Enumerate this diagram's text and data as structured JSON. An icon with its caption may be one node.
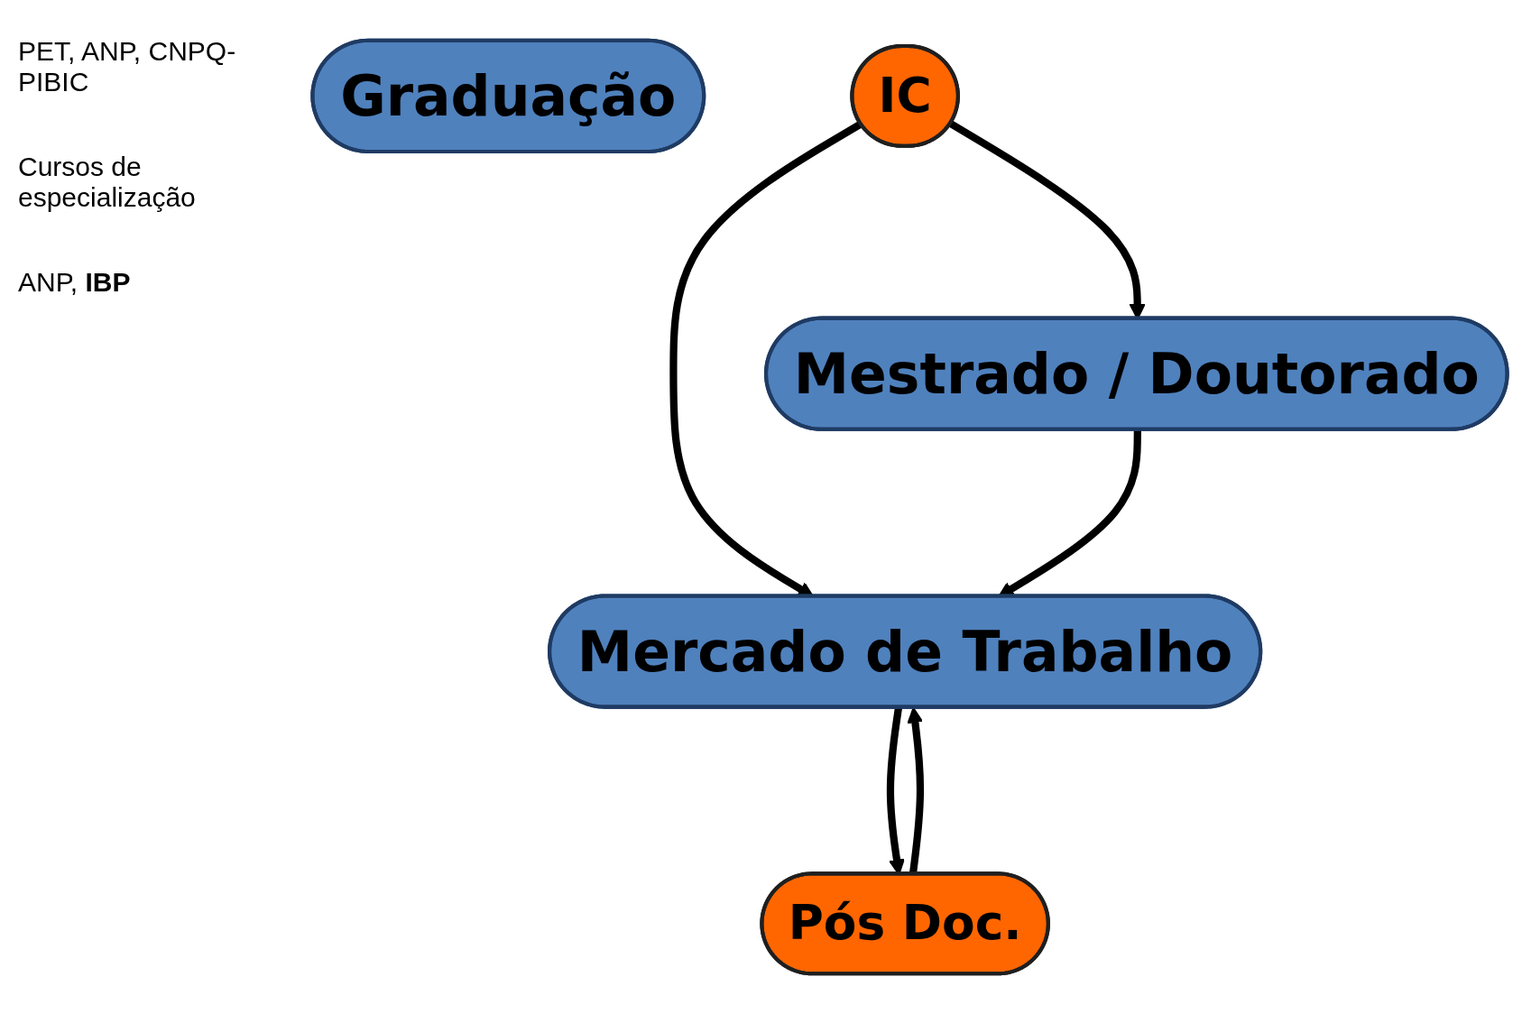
{
  "diagram": {
    "nodes": [
      {
        "text": [
          "Graduação"
        ]
      },
      {
        "text": [
          "IC"
        ]
      },
      {
        "text": [
          "Mestrado / Doutorado"
        ]
      },
      {
        "text": [
          "Pós Doc."
        ]
      },
      {
        "text": [
          "Mercado de Trabalho"
        ]
      }
    ],
    "edges": [
      {
        "from": 1,
        "to": 2,
        "arrow": "to"
      },
      {
        "from": 1,
        "to": 4,
        "arrow": "to"
      },
      {
        "from": 2,
        "to": 4,
        "arrow": "to"
      },
      {
        "from": 4,
        "to": 3,
        "arrow": "to"
      },
      {
        "from": 3,
        "to": 4,
        "arrow": "to"
      }
    ],
    "labels": [
      "PET, ANP, CNPQ-PIBIC",
      "Cursos de especialização",
      "ANP, **IBP**"
    ]
  }
}
